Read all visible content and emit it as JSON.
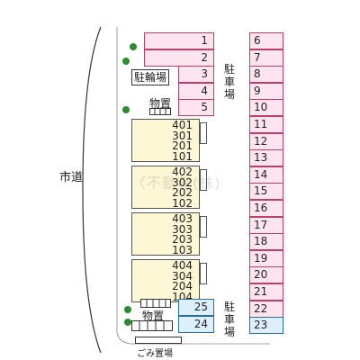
{
  "road_label": "市道",
  "bike_parking_label": "駐輪場",
  "storage_label": "物置",
  "parking_label": "駐車場",
  "garbage_label": "ごみ置場",
  "watermark": "〈不動産(株)",
  "left_slots": [
    "1",
    "2",
    "3",
    "4",
    "5"
  ],
  "right_slots": [
    "6",
    "7",
    "8",
    "9",
    "10",
    "11",
    "12",
    "13",
    "14",
    "15",
    "16",
    "17",
    "18",
    "19",
    "20",
    "21",
    "22",
    "23"
  ],
  "bottom_slots": [
    "25",
    "24"
  ],
  "buildings": [
    {
      "rooms": [
        "401",
        "301",
        "201",
        "101"
      ]
    },
    {
      "rooms": [
        "402",
        "302",
        "202",
        "102"
      ]
    },
    {
      "rooms": [
        "403",
        "303",
        "203",
        "103"
      ]
    },
    {
      "rooms": [
        "404",
        "304",
        "204",
        "104"
      ]
    }
  ],
  "colors": {
    "parking_pink": "#fde4ee",
    "parking_blue": "#dceffb",
    "building_fill": "#fdf7d6",
    "tree": "#2f8a2f"
  }
}
